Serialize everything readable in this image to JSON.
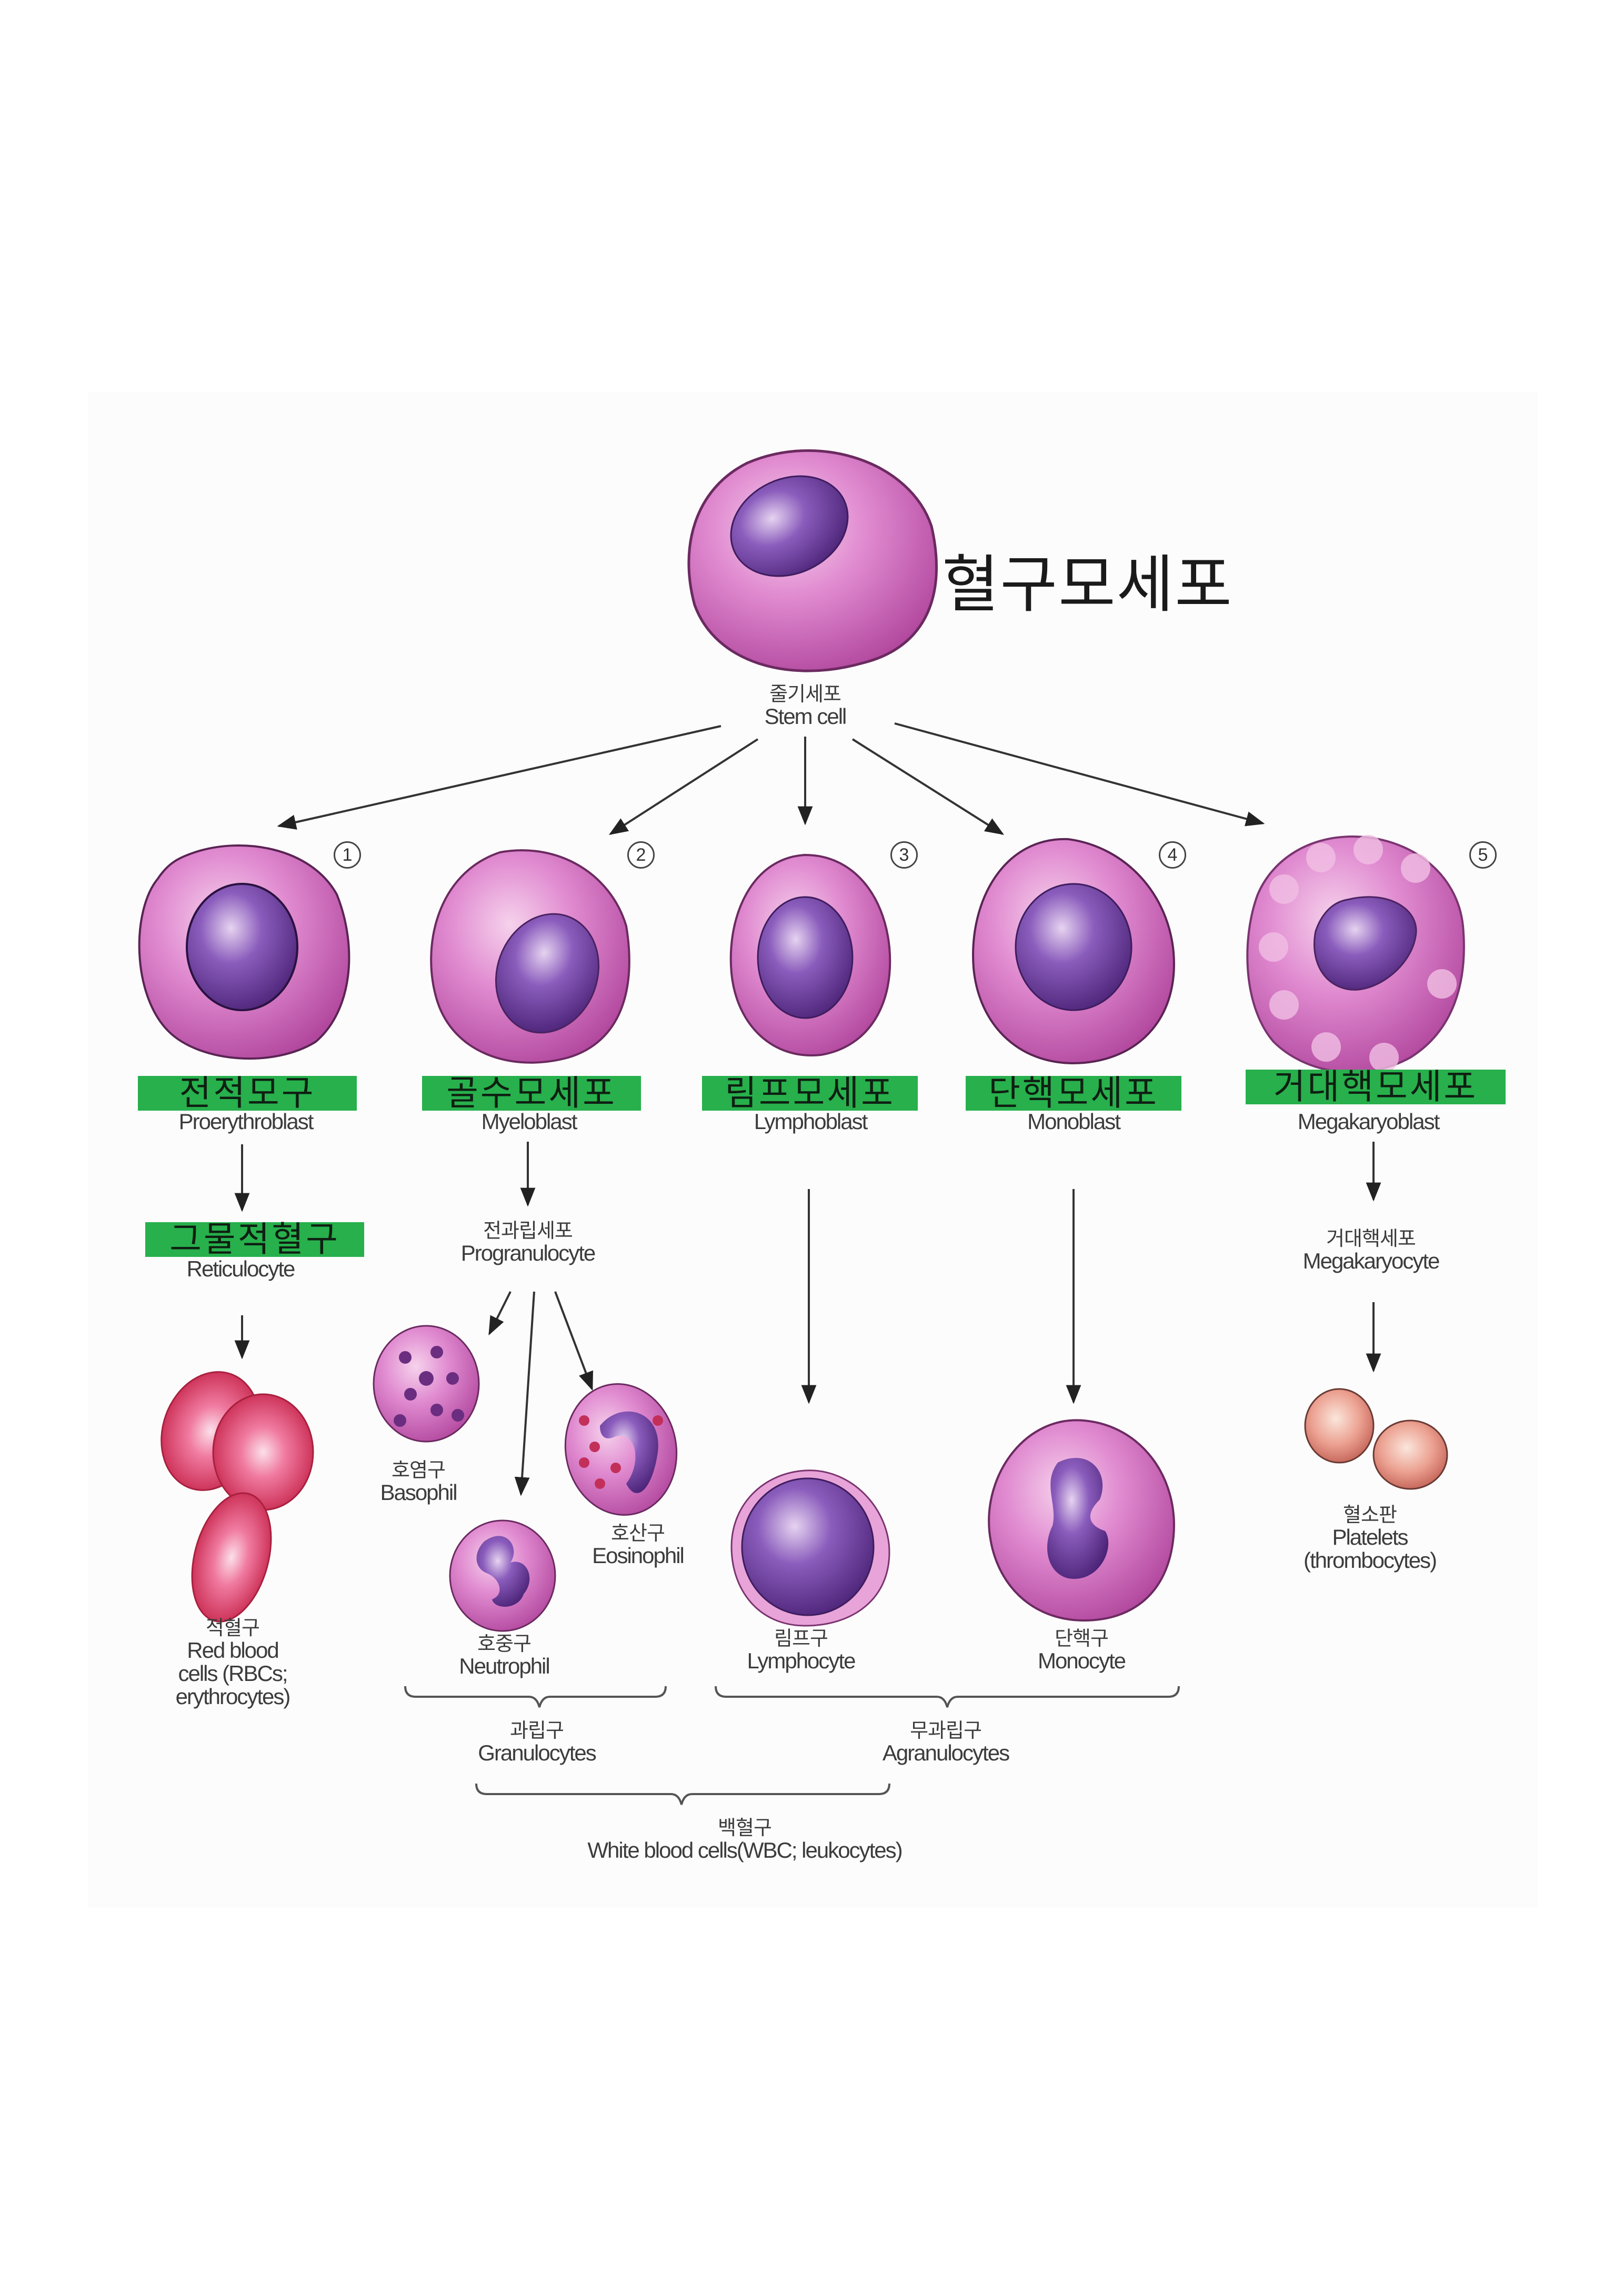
{
  "title": "혈구모세포",
  "stem_cell": {
    "ko": "줄기세포",
    "en": "Stem cell"
  },
  "lineages": [
    {
      "number": "1",
      "highlight_ko": "전적모구",
      "en": "Proerythroblast"
    },
    {
      "number": "2",
      "highlight_ko": "골수모세포",
      "en": "Myeloblast"
    },
    {
      "number": "3",
      "highlight_ko": "림프모세포",
      "en": "Lymphoblast"
    },
    {
      "number": "4",
      "highlight_ko": "단핵모세포",
      "en": "Monoblast"
    },
    {
      "number": "5",
      "highlight_ko": "거대핵모세포",
      "en": "Megakaryoblast"
    }
  ],
  "intermediates": {
    "reticulocyte": {
      "highlight_ko": "그물적혈구",
      "en": "Reticulocyte"
    },
    "progranulocyte": {
      "ko": "전과립세포",
      "en": "Progranulocyte"
    },
    "megakaryocyte": {
      "ko": "거대핵세포",
      "en": "Megakaryocyte"
    }
  },
  "mature": {
    "rbc": {
      "ko": "적혈구",
      "en_lines": [
        "Red blood",
        "cells (RBCs;",
        "erythrocytes)"
      ]
    },
    "basophil": {
      "ko": "호염구",
      "en": "Basophil"
    },
    "eosinophil": {
      "ko": "호산구",
      "en": "Eosinophil"
    },
    "neutrophil": {
      "ko": "호중구",
      "en": "Neutrophil"
    },
    "lymphocyte": {
      "ko": "림프구",
      "en": "Lymphocyte"
    },
    "monocyte": {
      "ko": "단핵구",
      "en": "Monocyte"
    },
    "platelets": {
      "ko": "혈소판",
      "en_lines": [
        "Platelets",
        "(thrombocytes)"
      ]
    }
  },
  "groups": {
    "granulocytes": {
      "ko": "과립구",
      "en": "Granulocytes"
    },
    "agranulocytes": {
      "ko": "무과립구",
      "en": "Agranulocytes"
    },
    "wbc": {
      "ko": "백혈구",
      "en": "White blood cells(WBC; leukocytes)"
    }
  },
  "colors": {
    "highlight": "#27b04c",
    "cytoplasm": "#d874c4",
    "nucleus": "#6a3a9a",
    "rbc": "#e0507a",
    "platelet": "#e08a7c"
  }
}
